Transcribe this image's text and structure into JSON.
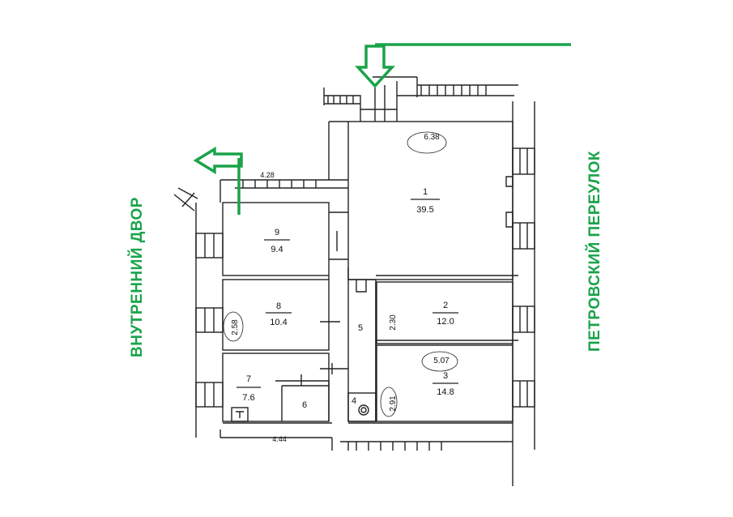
{
  "labels": {
    "left_side": "ВНУТРЕННИЙ ДВОР",
    "right_side": "ПЕТРОВСКИЙ ПЕРЕУЛОК"
  },
  "rooms": [
    {
      "number": "1",
      "area": "39.5"
    },
    {
      "number": "2",
      "area": "12.0"
    },
    {
      "number": "3",
      "area": "14.8"
    },
    {
      "number": "4",
      "area": ""
    },
    {
      "number": "5",
      "area": ""
    },
    {
      "number": "6",
      "area": ""
    },
    {
      "number": "7",
      "area": "7.6"
    },
    {
      "number": "8",
      "area": "10.4"
    },
    {
      "number": "9",
      "area": "9.4"
    }
  ],
  "dimensions": {
    "d_6_38": "6.38",
    "d_5_07": "5.07",
    "d_2_30": "2.30",
    "d_2_91": "2.91",
    "d_2_58": "2.58",
    "d_4_28": "4.28",
    "d_4_44": "4.44"
  },
  "colors": {
    "arrow": "#1aa34a",
    "walls": "#222222",
    "text": "#111111"
  },
  "icons": {
    "entrance_arrow": "arrow-down-icon",
    "exit_arrow": "arrow-left-icon",
    "toilet": "toilet-icon"
  }
}
